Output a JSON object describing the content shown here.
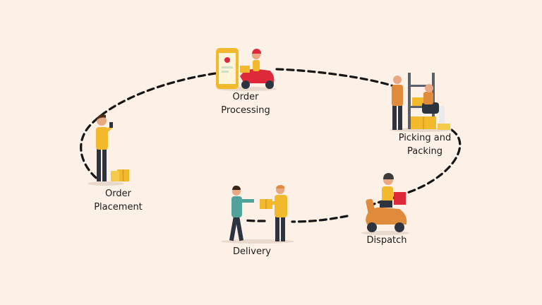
{
  "colors": {
    "background": "#fdf0e6",
    "path": "#151515",
    "accent_yellow": "#f2b92c",
    "accent_orange": "#e08b3b",
    "scooter_red": "#e0283b",
    "shirt_teal": "#4fa39a",
    "dark": "#2e3340",
    "skin": "#e8a883"
  },
  "stages": [
    {
      "id": "order-placement",
      "lines": [
        "Order",
        "Placement"
      ],
      "icon": "person-with-phone-icon"
    },
    {
      "id": "order-processing",
      "lines": [
        "Order",
        "Processing"
      ],
      "icon": "phone-and-scooter-icon"
    },
    {
      "id": "picking-and-packing",
      "lines": [
        "Picking and",
        "Packing"
      ],
      "icon": "warehouse-workers-icon"
    },
    {
      "id": "dispatch",
      "lines": [
        "Dispatch"
      ],
      "icon": "delivery-scooter-icon"
    },
    {
      "id": "delivery",
      "lines": [
        "Delivery"
      ],
      "icon": "package-handover-icon"
    }
  ]
}
